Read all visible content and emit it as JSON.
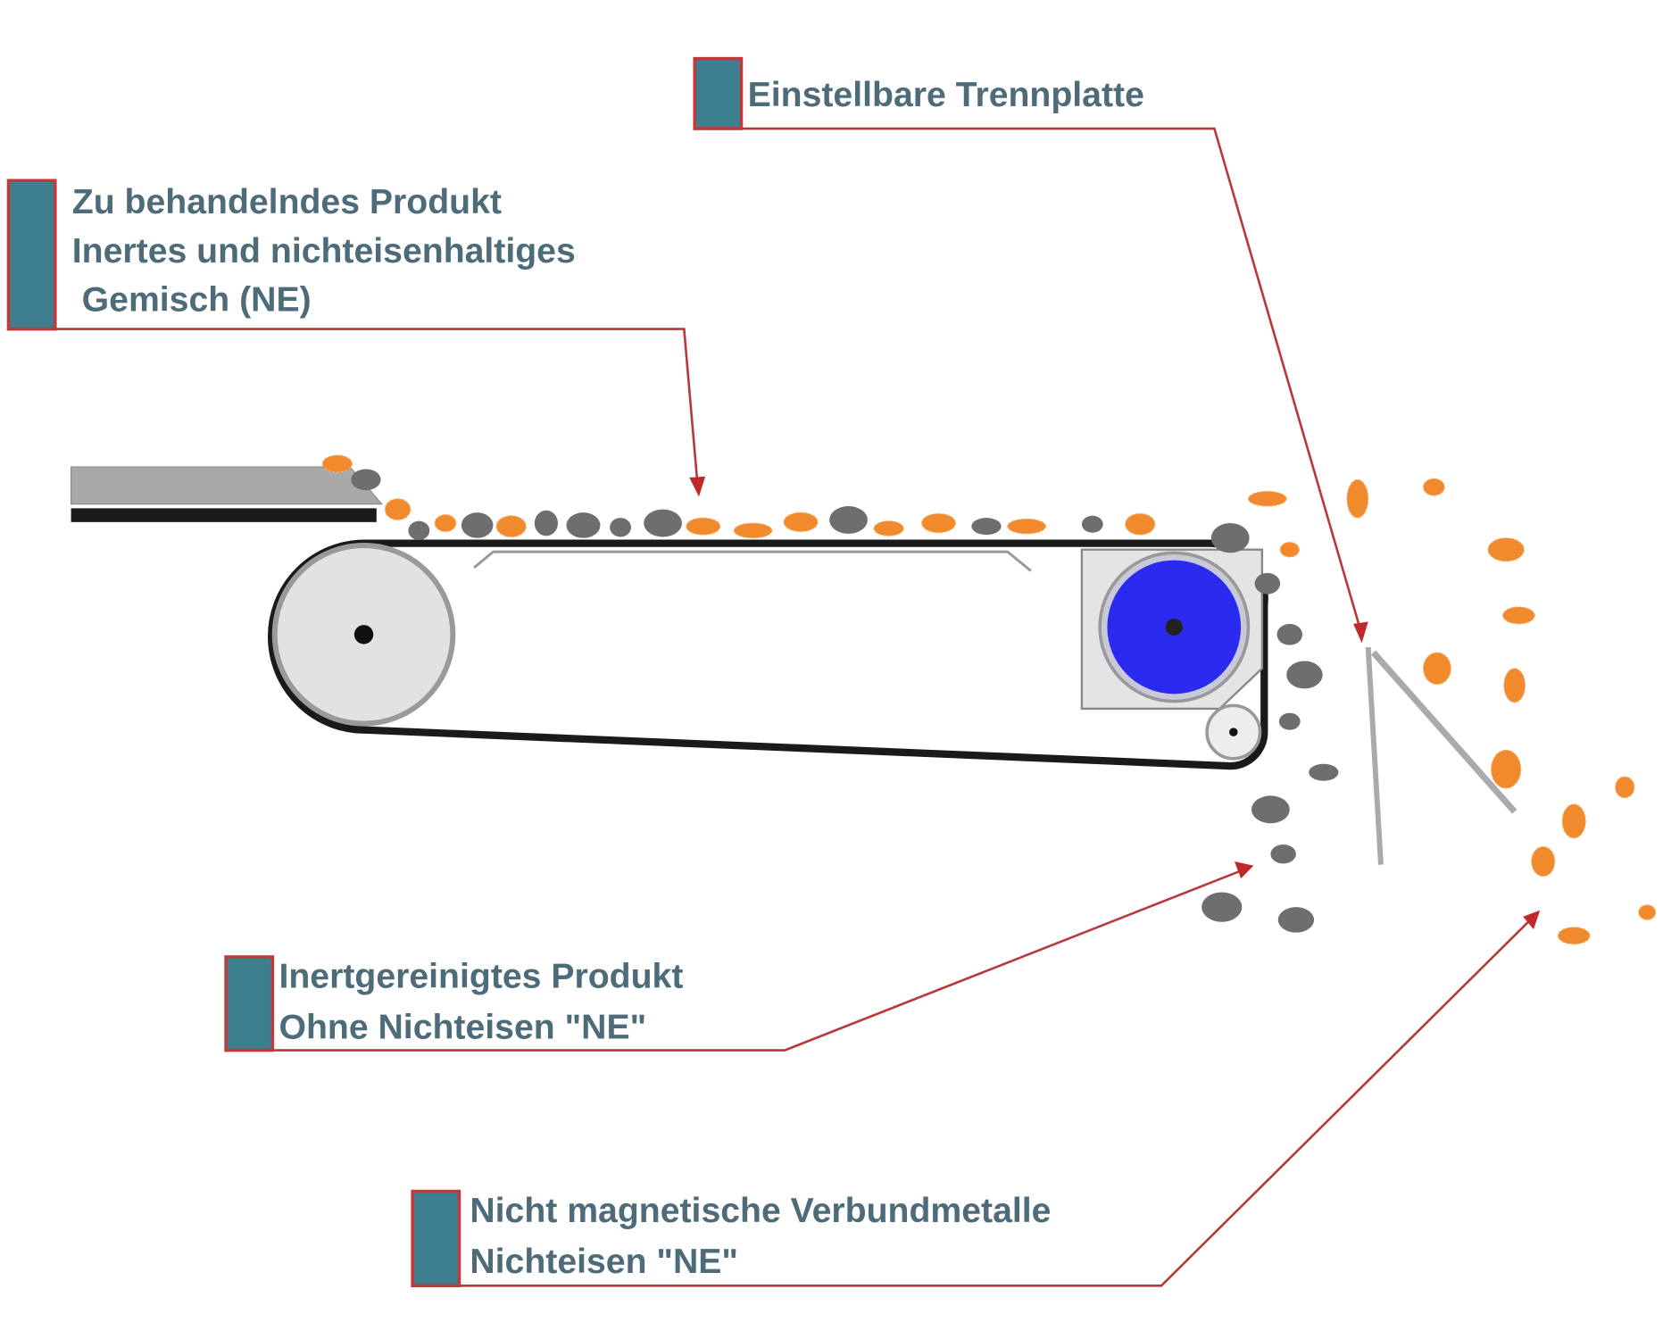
{
  "labels": {
    "separator_plate": "Einstellbare Trennplatte",
    "feed_product": [
      "Zu behandelndes  Produkt",
      "Inertes und nichteisenhaltiges",
      " Gemisch (NE)"
    ],
    "cleaned_product": [
      "Inertgereinigtes Produkt",
      "Ohne Nichteisen \"NE\""
    ],
    "nonferrous_output": [
      "Nicht magnetische Verbundmetalle",
      "Nichteisen \"NE\""
    ]
  },
  "colors": {
    "label_text": "#4d6b78",
    "label_box": "#3d7f8e",
    "leader_line": "#b8393b",
    "magnet_drum": "#2b2bf0",
    "nonferrous_particles": "#f08a2c",
    "inert_particles": "#6e6e6e"
  }
}
